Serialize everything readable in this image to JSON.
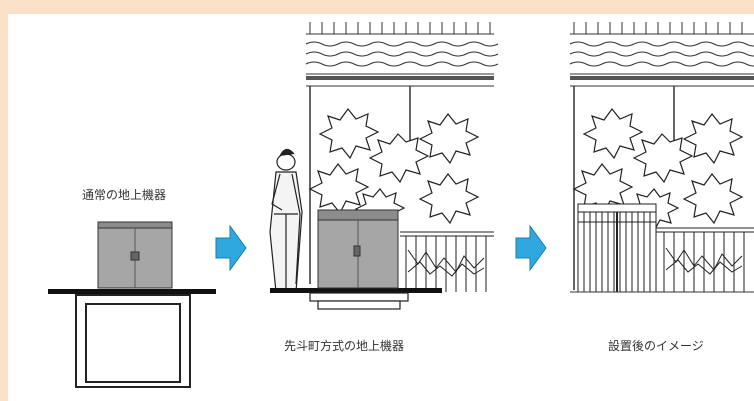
{
  "captions": {
    "normal": "通常の地上機器",
    "pontocho": "先斗町方式の地上機器",
    "after": "設置後のイメージ"
  },
  "colors": {
    "page_background": "#fbe1c8",
    "arrow": "#2fa7df",
    "cabinet_gray": "#a6a6a6"
  },
  "icons": [
    "arrow-right-icon",
    "arrow-right-icon"
  ]
}
